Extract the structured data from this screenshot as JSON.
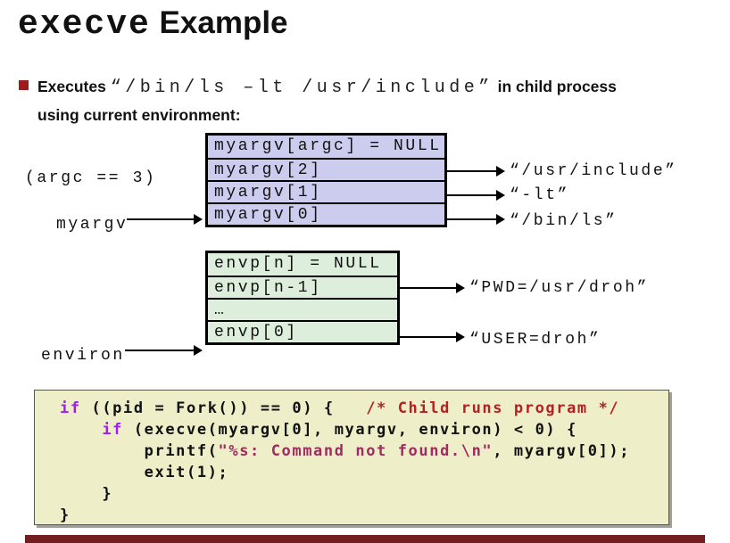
{
  "title": {
    "code": "execve",
    "rest": " Example"
  },
  "bullet": {
    "line1_lead": "Executes ",
    "line1_command": "“/bin/ls –lt /usr/include”",
    "line1_tail": " in child process",
    "line2": "using current environment:"
  },
  "diagram": {
    "argc_label": "(argc == 3)",
    "myargv_label": "myargv",
    "environ_label": "environ",
    "myargv_rows": [
      "myargv[argc] = NULL",
      "myargv[2]",
      "myargv[1]",
      "myargv[0]"
    ],
    "myargv_strings": [
      "“/usr/include”",
      "“-lt”",
      "“/bin/ls”"
    ],
    "envp_rows": [
      "envp[n] = NULL",
      "envp[n-1]",
      "…",
      "envp[0]"
    ],
    "envp_strings": [
      "“PWD=/usr/droh”",
      "“USER=droh”"
    ]
  },
  "code": {
    "lines": [
      {
        "segments": [
          {
            "text": "if",
            "type": "keyword"
          },
          {
            "text": " ((pid = Fork()) == 0) {   ",
            "type": "plain"
          },
          {
            "text": "/* Child runs program */",
            "type": "comment"
          }
        ]
      },
      {
        "segments": [
          {
            "text": "    ",
            "type": "plain"
          },
          {
            "text": "if",
            "type": "keyword"
          },
          {
            "text": " (execve(myargv[0], myargv, environ) < 0) {",
            "type": "plain"
          }
        ]
      },
      {
        "segments": [
          {
            "text": "        printf(",
            "type": "plain"
          },
          {
            "text": "\"%s: Command not found.\\n\"",
            "type": "string"
          },
          {
            "text": ", myargv[0]);",
            "type": "plain"
          }
        ]
      },
      {
        "segments": [
          {
            "text": "        exit(1);",
            "type": "plain"
          }
        ]
      },
      {
        "segments": [
          {
            "text": "    }",
            "type": "plain"
          }
        ]
      },
      {
        "segments": [
          {
            "text": "}",
            "type": "plain"
          }
        ]
      }
    ]
  },
  "colors": {
    "maroon": "#9e1b1b",
    "footer": "#731f1f",
    "argvFill": "#ccccee",
    "envpFill": "#ddeedd",
    "codeBg": "#eeeec8",
    "keyword": "#a020f0",
    "comment": "#b22222",
    "string": "#9e2b63"
  }
}
